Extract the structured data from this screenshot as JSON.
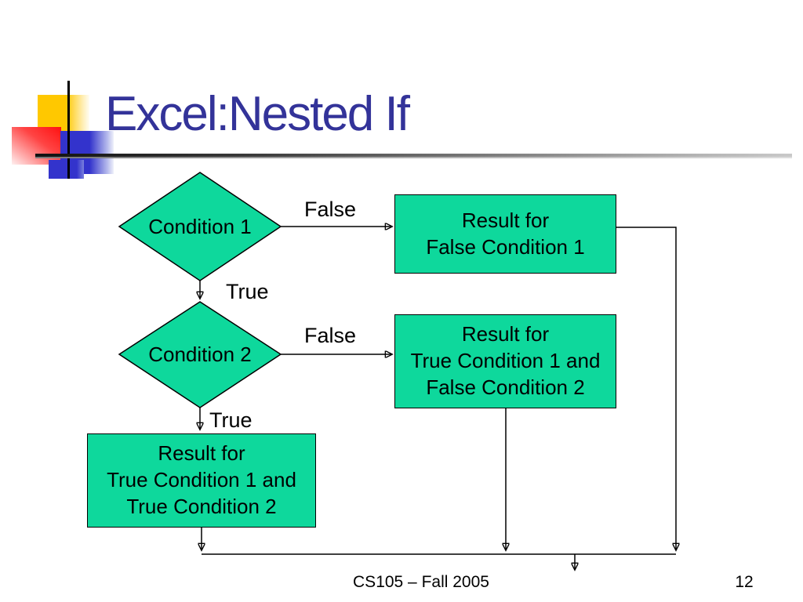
{
  "colors": {
    "shape_fill": "#0ED89C",
    "shape_border": "#000000",
    "title_color": "#333399",
    "line_color": "#000000",
    "deco_yellow": "#FFC800",
    "deco_red": "#FF1111",
    "deco_blue": "#3333CC"
  },
  "title": "Excel:Nested If",
  "footer": {
    "course": "CS105 – Fall 2005",
    "page_number": "12"
  },
  "flowchart": {
    "condition1": "Condition 1",
    "condition2": "Condition 2",
    "false_label_1": "False",
    "true_label_1": "True",
    "false_label_2": "False",
    "true_label_2": "True",
    "result_false1": [
      "Result for",
      "False Condition 1"
    ],
    "result_true1_false2": [
      "Result for",
      "True Condition 1 and",
      "False Condition 2"
    ],
    "result_true1_true2": [
      "Result for",
      "True Condition 1 and",
      "True Condition 2"
    ]
  }
}
